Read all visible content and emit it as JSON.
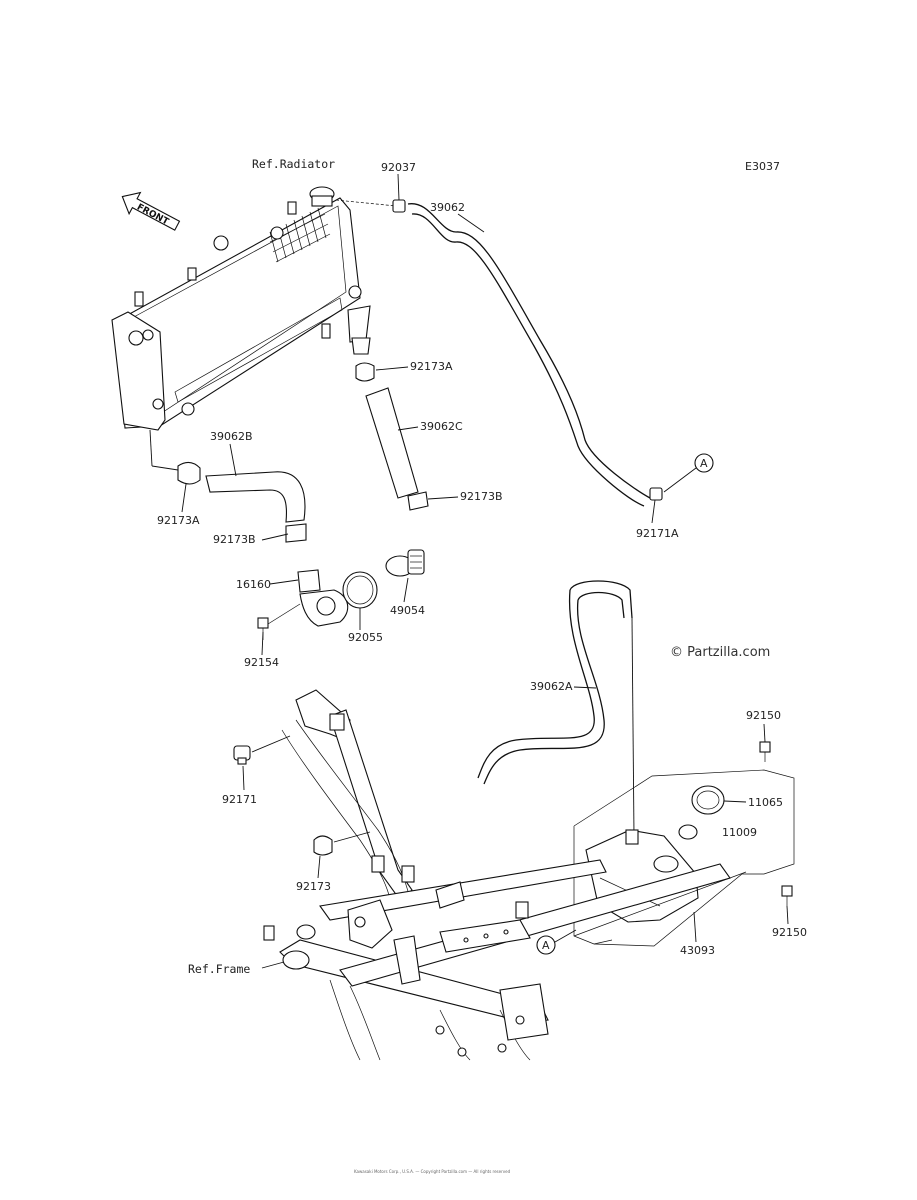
{
  "diagram_code": "E3037",
  "watermark": "© Partzilla.com",
  "references": {
    "radiator": "Ref.Radiator",
    "frame": "Ref.Frame"
  },
  "front_arrow_label": "FRONT",
  "callout_marker": "A",
  "part_labels": {
    "p92037": "92037",
    "p39062": "39062",
    "p92173A_top": "92173A",
    "p39062C": "39062C",
    "p92173B_right": "92173B",
    "p39062B": "39062B",
    "p92173A_left": "92173A",
    "p92173B_left": "92173B",
    "p16160": "16160",
    "p92055": "92055",
    "p49054": "49054",
    "p92154": "92154",
    "p92171A": "92171A",
    "p39062A": "39062A",
    "p92150_top": "92150",
    "p11065": "11065",
    "p11009": "11009",
    "p92171": "92171",
    "p92173": "92173",
    "p43093": "43093",
    "p92150_bottom": "92150"
  },
  "footer_text": "Kawasaki Motors Corp., U.S.A. — Copyright Partzilla.com — All rights reserved"
}
